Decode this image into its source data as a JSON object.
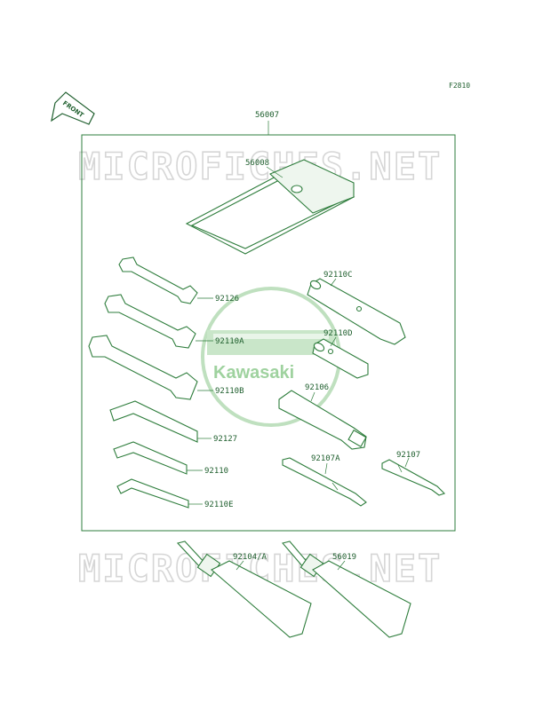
{
  "figure_code": "F2810",
  "front_badge": "FRONT",
  "watermark": {
    "text": "MICROFICHES.NET",
    "logo_text": "Kawasaki"
  },
  "parts": {
    "kit": "56007",
    "pouch": "56008",
    "wrench_small": "92126",
    "wrench_mid": "92110A",
    "wrench_large": "92110B",
    "hex_large": "92127",
    "hex_mid": "92110",
    "hex_small": "92110E",
    "plug_socket": "92110C",
    "socket_small": "92110D",
    "handle": "92106",
    "driver_flat": "92107A",
    "driver_phillips": "92107",
    "tube_left": "92104/A",
    "tube_right": "56019"
  }
}
